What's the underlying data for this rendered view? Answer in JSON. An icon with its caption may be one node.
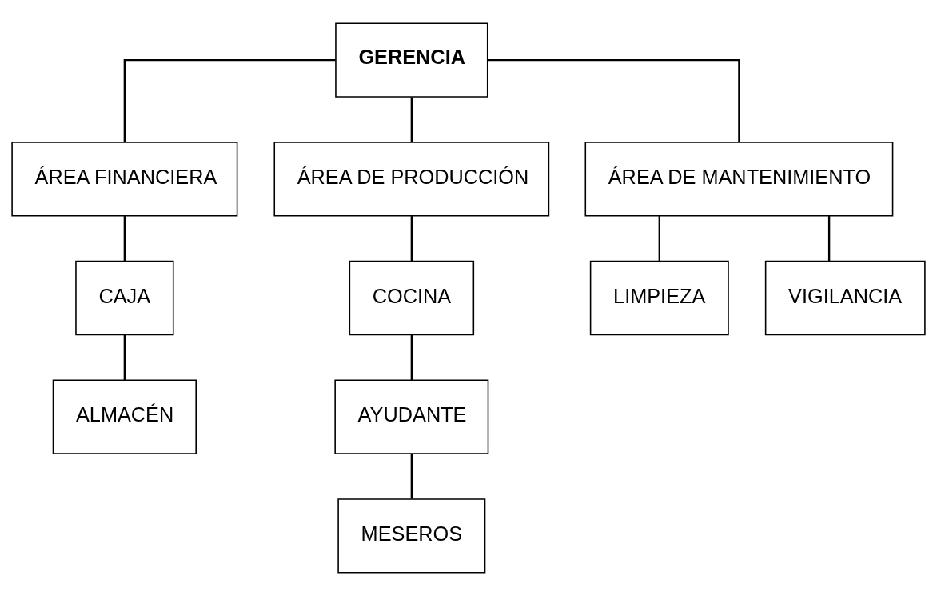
{
  "diagram": {
    "nodes": [
      {
        "text": [
          "GERENCIA"
        ]
      },
      {
        "text": [
          "ÁREA FINANCIERA"
        ]
      },
      {
        "text": [
          "ÁREA DE PRODUCCIÓN"
        ]
      },
      {
        "text": [
          "ÁREA DE MANTENIMIENTO"
        ]
      },
      {
        "text": [
          "CAJA"
        ]
      },
      {
        "text": [
          "ALMACÉN"
        ]
      },
      {
        "text": [
          "COCINA"
        ]
      },
      {
        "text": [
          "AYUDANTE"
        ]
      },
      {
        "text": [
          "MESEROS"
        ]
      },
      {
        "text": [
          "LIMPIEZA"
        ]
      },
      {
        "text": [
          "VIGILANCIA"
        ]
      }
    ],
    "edges": [
      {
        "from": 0,
        "to": 1,
        "arrow": "none"
      },
      {
        "from": 0,
        "to": 2,
        "arrow": "none"
      },
      {
        "from": 0,
        "to": 3,
        "arrow": "none"
      },
      {
        "from": 1,
        "to": 4,
        "arrow": "none"
      },
      {
        "from": 4,
        "to": 5,
        "arrow": "none"
      },
      {
        "from": 2,
        "to": 6,
        "arrow": "none"
      },
      {
        "from": 6,
        "to": 7,
        "arrow": "none"
      },
      {
        "from": 7,
        "to": 8,
        "arrow": "none"
      },
      {
        "from": 3,
        "to": 9,
        "arrow": "none"
      },
      {
        "from": 3,
        "to": 10,
        "arrow": "none"
      }
    ]
  }
}
